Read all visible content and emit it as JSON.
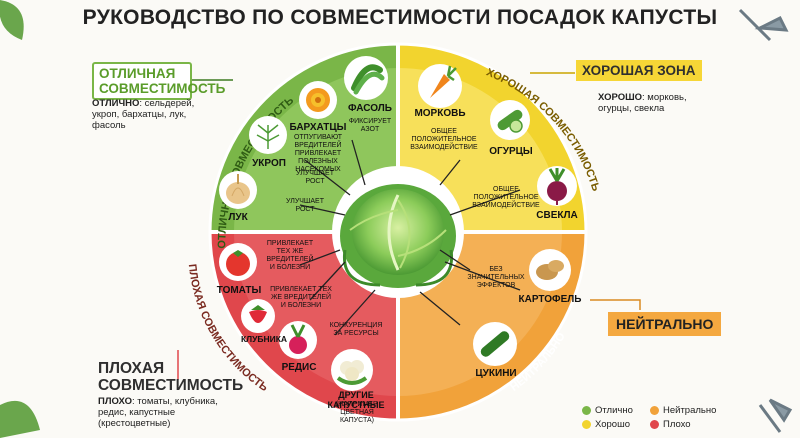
{
  "title": "РУКОВОДСТВО ПО СОВМЕСТИМОСТИ ПОСАДОК КАПУСТЫ",
  "colors": {
    "excellent": "#7ab648",
    "good": "#f2d42e",
    "neutral": "#f1a23a",
    "bad": "#e0474c"
  },
  "callouts": {
    "excellent": {
      "heading_line1": "ОТЛИЧНАЯ",
      "heading_line2": "СОВМЕСТИМОСТЬ",
      "desc_bold": "ОТЛИЧНО",
      "desc_rest": ": сельдерей,",
      "desc_line2": "укроп, бархатцы, лук,",
      "desc_line3": "фасоль"
    },
    "good": {
      "heading": "ХОРОШАЯ ЗОНА",
      "desc_bold": "ХОРОШО",
      "desc_rest": ": морковь,",
      "desc_line2": "огурцы, свекла"
    },
    "neutral": {
      "heading": "НЕЙТРАЛЬНО"
    },
    "bad": {
      "heading_line1": "ПЛОХАЯ",
      "heading_line2": "СОВМЕСТИМОСТЬ",
      "desc_bold": "ПЛОХО",
      "desc_rest": ": томаты, клубника,",
      "desc_line2": "редис, капустные",
      "desc_line3": "(крестоцветные)"
    }
  },
  "arc_labels": {
    "excellent": "ОТЛИЧНАЯ СОВМЕСТИМОСТЬ",
    "good": "ХОРОШАЯ СОВМЕСТИМОСТЬ",
    "neutral": "НЕЙТРАЛЬНО",
    "bad": "ПЛОХАЯ СОВМЕСТИМОСТЬ"
  },
  "plants": {
    "beans": {
      "label": "ФАСОЛЬ",
      "note1": "ФИКСИРУЕТ",
      "note2": "АЗОТ"
    },
    "marigold": {
      "label": "БАРХАТЦЫ",
      "note1": "ОТПУГИВАЮТ",
      "note2": "ВРЕДИТЕЛЕЙ",
      "note3": "ПРИВЛЕКАЕТ",
      "note4": "ПОЛЕЗНЫХ",
      "note5": "НАСЕКОМЫХ"
    },
    "dill": {
      "label": "УКРОП",
      "note1": "УЛУЧШАЕТ",
      "note2": "РОСТ"
    },
    "onion": {
      "label": "ЛУК",
      "note1": "УЛУЧШАЕТ",
      "note2": "РОСТ"
    },
    "carrot": {
      "label": "МОРКОВЬ",
      "note1": "ОБЩЕЕ",
      "note2": "ПОЛОЖИТЕЛЬНОЕ",
      "note3": "ВЗАИМОДЕЙСТВИЕ"
    },
    "cucumber": {
      "label": "ОГУРЦЫ"
    },
    "beet": {
      "label": "СВЕКЛА",
      "note1": "ОБЩЕЕ",
      "note2": "ПОЛОЖИТЕЛЬНОЕ",
      "note3": "ВЗАИМОДЕЙСТВИЕ"
    },
    "tomato": {
      "label": "ТОМАТЫ",
      "note1": "ПРИВЛЕКАЕТ",
      "note2": "ТЕХ ЖЕ",
      "note3": "ВРЕДИТЕЛЕЙ",
      "note4": "И БОЛЕЗНИ"
    },
    "strawberry": {
      "label": "КЛУБНИКА",
      "note1": "ПРИВЛЕКАЕТ ТЕХ",
      "note2": "ЖЕ ВРЕДИТЕЛЕЙ",
      "note3": "И БОЛЕЗНИ"
    },
    "radish": {
      "label": "РЕДИС",
      "note1": "КОНКУРЕНЦИЯ",
      "note2": "ЗА РЕСУРСЫ"
    },
    "brassica": {
      "label": "ДРУГИЕ КАПУСТНЫЕ",
      "note1": "(НАПРИМЕР, ЦВЕТНАЯ",
      "note2": "КАПУСТА)"
    },
    "potato": {
      "label": "КАРТОФЕЛЬ",
      "note1": "БЕЗ",
      "note2": "ЗНАЧИТЕЛЬНЫХ",
      "note3": "ЭФФЕКТОВ"
    },
    "zucchini": {
      "label": "ЦУКИНИ"
    }
  },
  "legend": {
    "excellent": "Отлично",
    "neutral": "Нейтрально",
    "good": "Хорошо",
    "bad": "Плохо"
  },
  "icons": [
    "cabbage-icon",
    "beans-icon",
    "marigold-icon",
    "dill-icon",
    "onion-icon",
    "carrot-icon",
    "cucumber-icon",
    "beet-icon",
    "tomato-icon",
    "strawberry-icon",
    "radish-icon",
    "cauliflower-icon",
    "potato-icon",
    "zucchini-icon",
    "garden-tools-icon",
    "leaf-decoration-icon"
  ]
}
